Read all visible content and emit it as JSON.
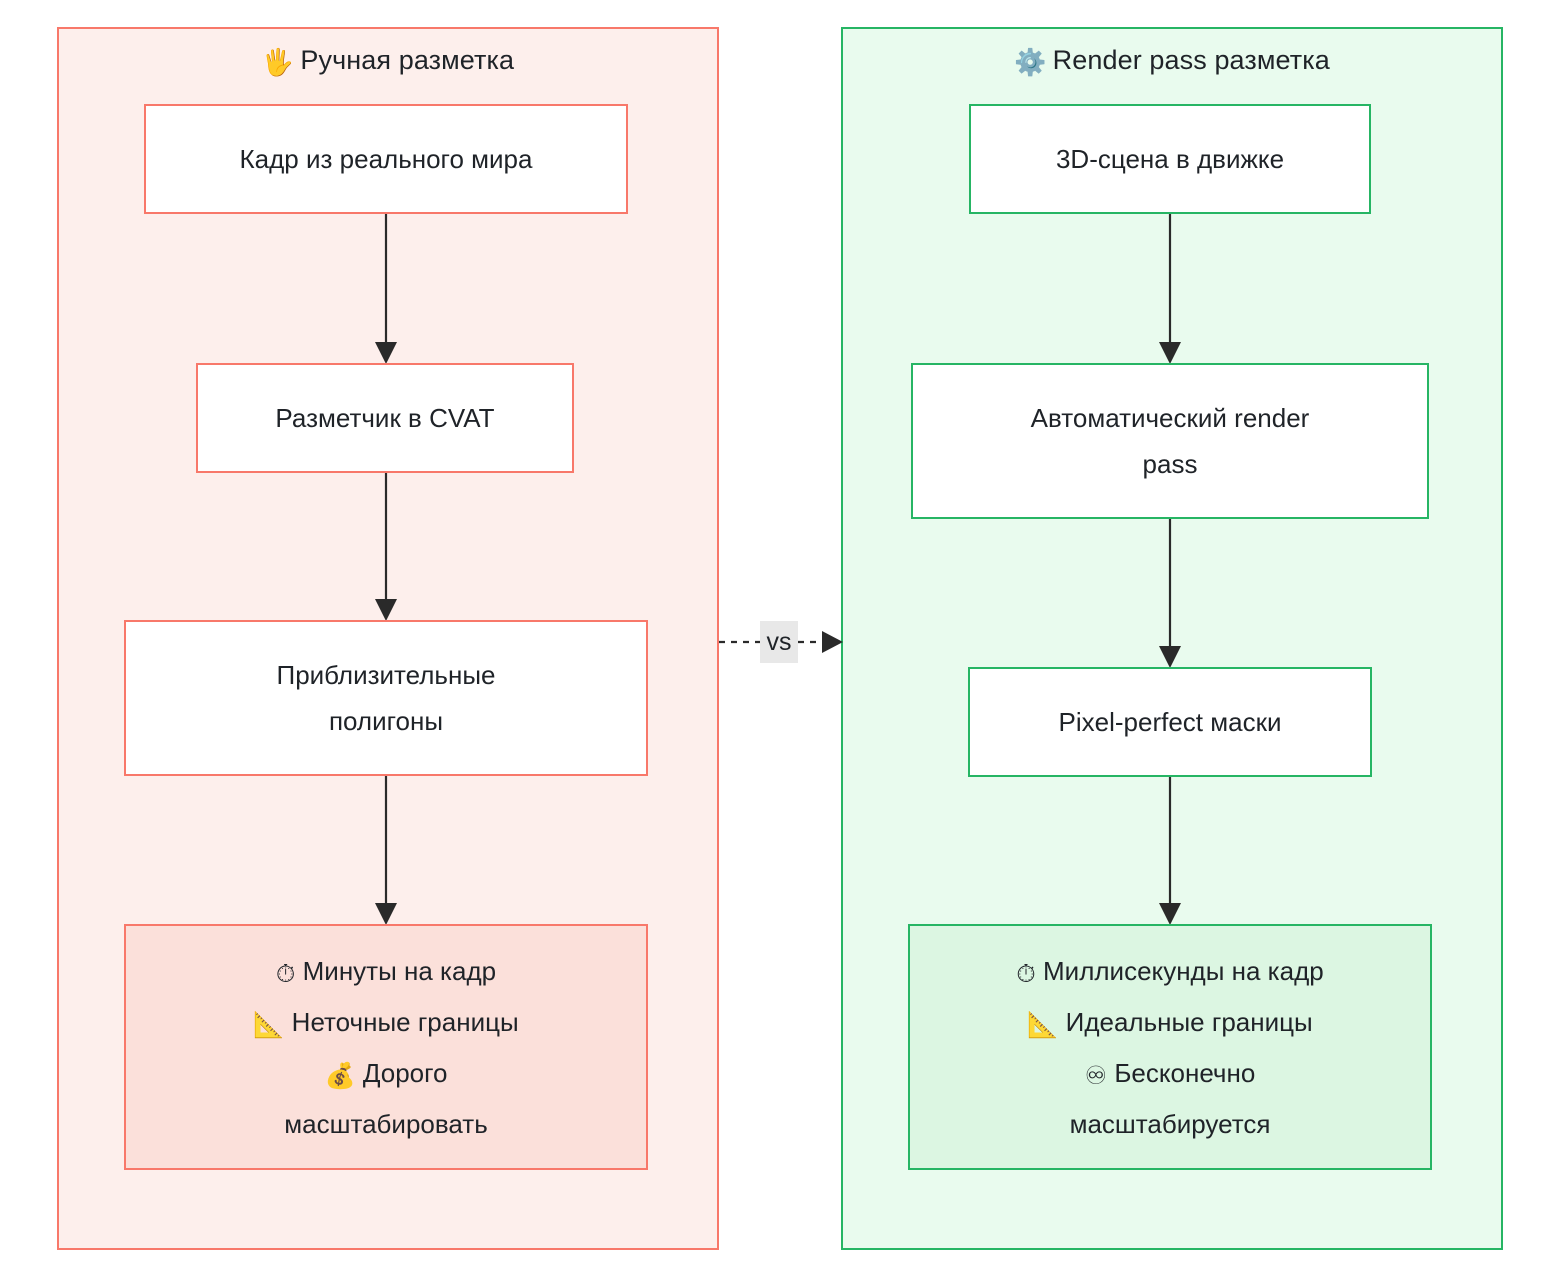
{
  "diagram": {
    "type": "flowchart-comparison",
    "background_color": "#ffffff",
    "edge_label": "vs",
    "panels": [
      {
        "id": "manual",
        "title_emoji": "🖐",
        "title": "Ручная разметка",
        "border_color": "#f8786a",
        "fill_color": "#fdefec",
        "nodes": [
          {
            "id": "l1",
            "text": "Кадр из реального мира",
            "style": "plain"
          },
          {
            "id": "l2",
            "text": "Разметчик в CVAT",
            "style": "plain"
          },
          {
            "id": "l3",
            "line1": "Приблизительные",
            "line2": "полигоны",
            "style": "plain"
          },
          {
            "id": "l4",
            "style": "summary",
            "lines": [
              {
                "emoji": "⏱",
                "text": "Минуты на кадр"
              },
              {
                "emoji": "📐",
                "text": "Неточные границы"
              },
              {
                "emoji": "💰",
                "text": "Дорого"
              },
              {
                "emoji": "",
                "text": "масштабировать"
              }
            ]
          }
        ]
      },
      {
        "id": "renderpass",
        "title_emoji": "⚙️",
        "title": "Render pass разметка",
        "border_color": "#26b564",
        "fill_color": "#e9fbee",
        "nodes": [
          {
            "id": "r1",
            "text": "3D-сцена в движке",
            "style": "plain"
          },
          {
            "id": "r2",
            "line1": "Автоматический render",
            "line2": "pass",
            "style": "plain"
          },
          {
            "id": "r3",
            "text": "Pixel-perfect маски",
            "style": "plain"
          },
          {
            "id": "r4",
            "style": "summary",
            "lines": [
              {
                "emoji": "⏱",
                "text": "Миллисекунды на кадр"
              },
              {
                "emoji": "📐",
                "text": "Идеальные границы"
              },
              {
                "emoji": "♾",
                "text": "Бесконечно"
              },
              {
                "emoji": "",
                "text": "масштабируется"
              }
            ]
          }
        ]
      }
    ]
  }
}
